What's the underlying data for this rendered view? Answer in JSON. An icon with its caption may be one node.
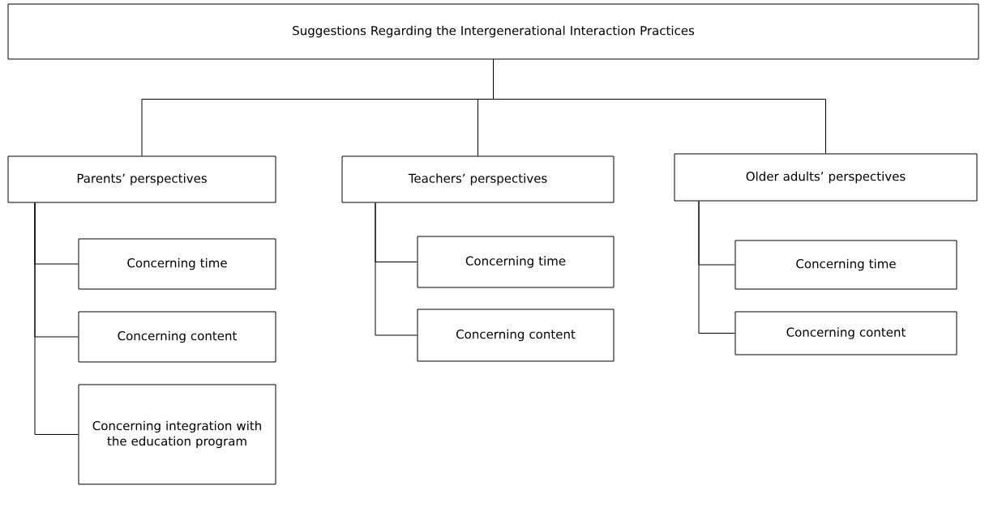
{
  "diagram": {
    "nodes": [
      {
        "text": [
          "Suggestions Regarding the Intergenerational Interaction Practices"
        ]
      },
      {
        "text": [
          "Parents’ perspectives"
        ]
      },
      {
        "text": [
          "Teachers’ perspectives"
        ]
      },
      {
        "text": [
          "Older adults’ perspectives"
        ]
      },
      {
        "text": [
          "Concerning time"
        ]
      },
      {
        "text": [
          "Concerning content"
        ]
      },
      {
        "text": [
          "Concerning integration with the education program"
        ]
      },
      {
        "text": [
          "Concerning time"
        ]
      },
      {
        "text": [
          "Concerning content"
        ]
      },
      {
        "text": [
          "Concerning time"
        ]
      },
      {
        "text": [
          "Concerning content"
        ]
      }
    ],
    "edges": [
      {
        "from": 0,
        "to": 1,
        "arrow": "none"
      },
      {
        "from": 0,
        "to": 2,
        "arrow": "none"
      },
      {
        "from": 0,
        "to": 3,
        "arrow": "none"
      },
      {
        "from": 1,
        "to": 4,
        "arrow": "none"
      },
      {
        "from": 1,
        "to": 5,
        "arrow": "none"
      },
      {
        "from": 1,
        "to": 6,
        "arrow": "none"
      },
      {
        "from": 2,
        "to": 7,
        "arrow": "none"
      },
      {
        "from": 2,
        "to": 8,
        "arrow": "none"
      },
      {
        "from": 3,
        "to": 9,
        "arrow": "none"
      },
      {
        "from": 3,
        "to": 10,
        "arrow": "none"
      }
    ]
  }
}
